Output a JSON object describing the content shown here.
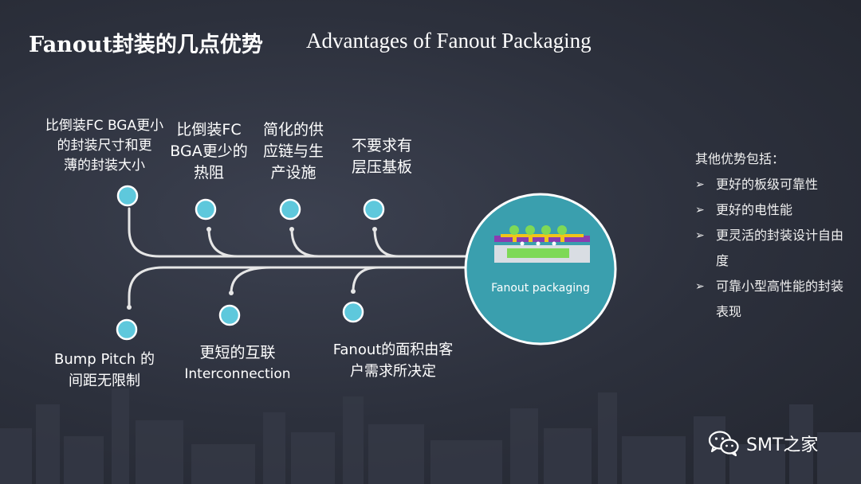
{
  "title": {
    "cn": "Fanout封装的几点优势",
    "en": "Advantages of Fanout Packaging"
  },
  "top_items": [
    {
      "lines": [
        "比倒装FC BGA更小",
        "的封装尺寸和更",
        "薄的封装大小"
      ]
    },
    {
      "lines": [
        "比倒装FC",
        "BGA更少的",
        "热阻"
      ]
    },
    {
      "lines": [
        "简化的供",
        "应链与生",
        "产设施"
      ]
    },
    {
      "lines": [
        "不要求有",
        "层压基板"
      ]
    }
  ],
  "bottom_items": [
    {
      "lines": [
        "Bump Pitch 的",
        "间距无限制"
      ]
    },
    {
      "lines": [
        "更短的互联",
        "Interconnection"
      ]
    },
    {
      "lines": [
        "Fanout的面积由客",
        "户需求所决定"
      ]
    }
  ],
  "center": {
    "label": "Fanout packaging"
  },
  "side": {
    "title": "其他优势包括：",
    "items": [
      "更好的板级可靠性",
      "更好的电性能",
      "更灵活的封装设计自由度",
      "可靠小型高性能的封装表现"
    ]
  },
  "brand": {
    "name": "SMT之家",
    "icon": "wechat-icon"
  },
  "colors": {
    "accent": "#5ec8dc",
    "background": "#2c303c",
    "line": "#e6e6e6",
    "node_stroke": "#ffffff"
  }
}
